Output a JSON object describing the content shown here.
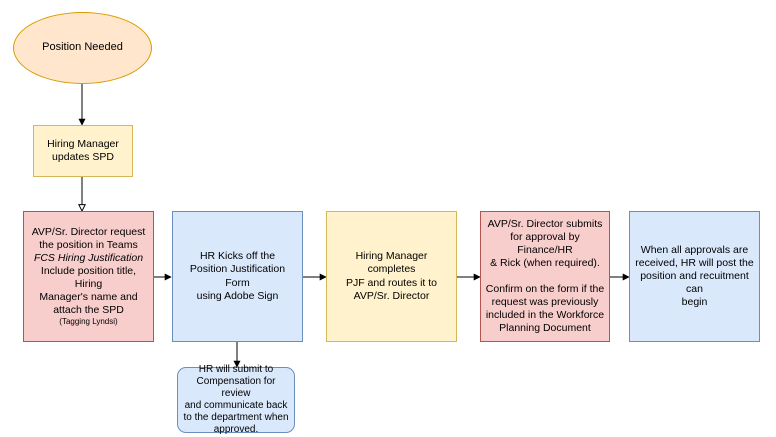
{
  "nodes": {
    "start": {
      "lines": [
        "Position Needed"
      ]
    },
    "updates_spd": {
      "lines": [
        "Hiring Manager",
        "updates SPD"
      ]
    },
    "avp_request": {
      "lines": [
        "AVP/Sr. Director request",
        "the position in Teams",
        "FCS Hiring Justification",
        "Include position title, Hiring",
        "Manager's name and",
        "attach the SPD",
        "(Tagging Lyndsi)"
      ]
    },
    "hr_kicks_off": {
      "lines": [
        "HR Kicks off the",
        "Position Justification Form",
        "using Adobe Sign"
      ]
    },
    "hr_submit": {
      "lines": [
        "HR will submit to",
        "Compensation for review",
        "and communicate back",
        "to the department when",
        "approved."
      ]
    },
    "hm_completes": {
      "lines": [
        "Hiring Manager completes",
        "PJF and routes it to",
        "AVP/Sr. Director"
      ]
    },
    "avp_submits": {
      "lines": [
        "AVP/Sr. Director submits",
        "for approval by Finance/HR",
        "& Rick (when required).",
        "",
        "Confirm on the form if the",
        "request was previously",
        "included in the Workforce",
        "Planning Document"
      ]
    },
    "all_approvals": {
      "lines": [
        "When all approvals are",
        "received, HR will post the",
        "position and recuitment can",
        "begin"
      ]
    }
  },
  "colors": {
    "yellow_fill": "#fff2cc",
    "orange_fill": "#ffe6cc",
    "red_fill": "#f8cecc",
    "blue_fill": "#dae8fc",
    "edge": "#000000"
  }
}
